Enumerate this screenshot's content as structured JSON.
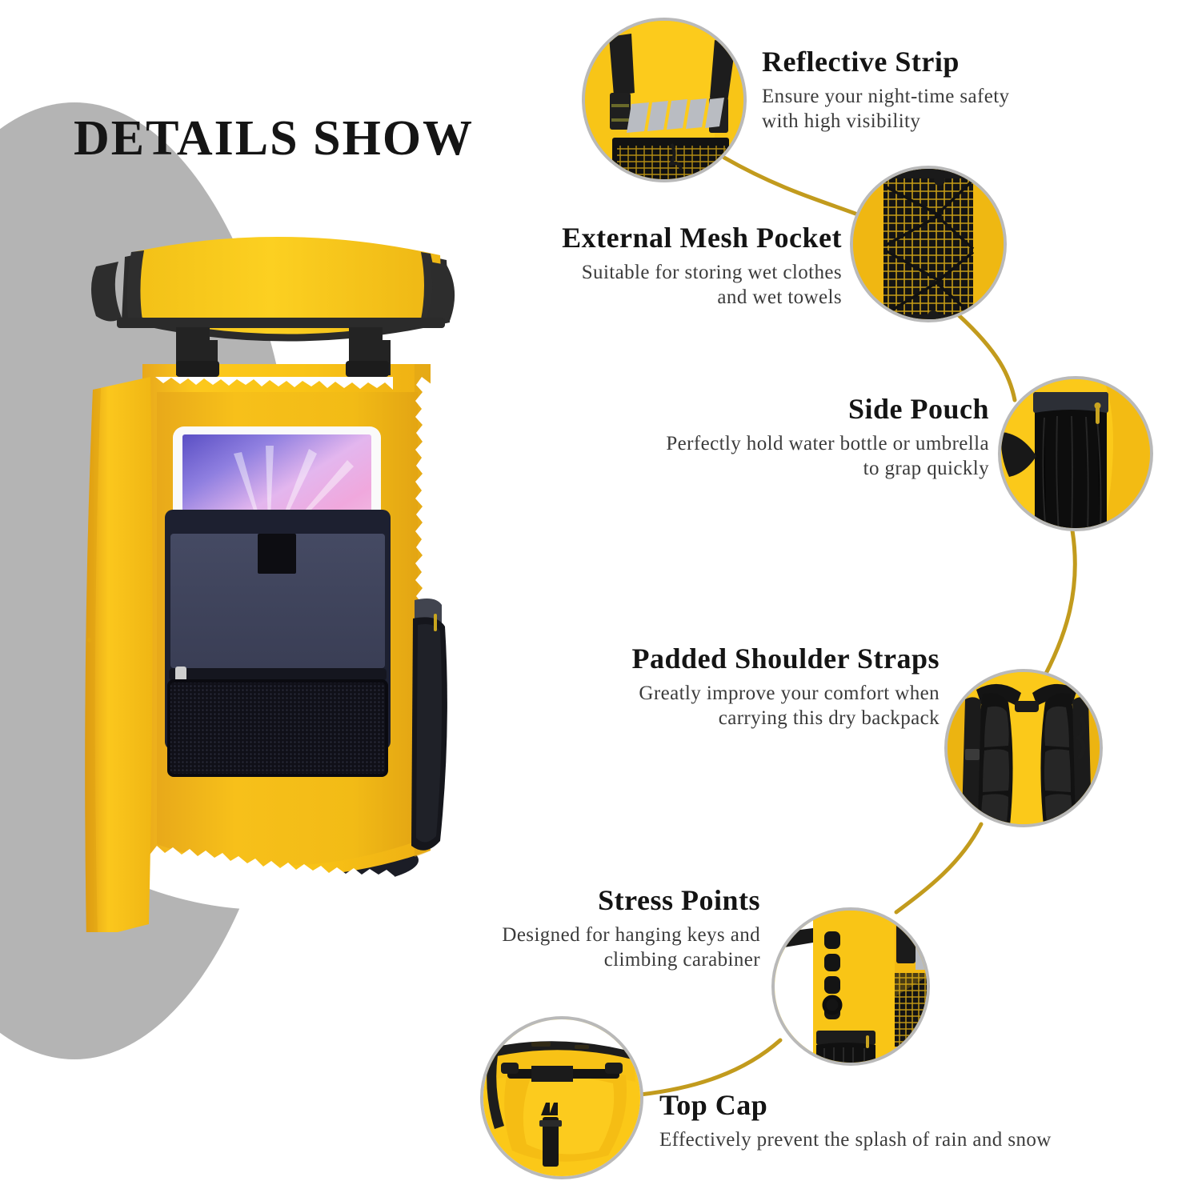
{
  "page": {
    "title": "DETAILS SHOW",
    "accent_line_color": "#c29b1d",
    "ring_color": "#b9b9b9",
    "bag_color": "#ffd400",
    "background_blob_color": "#b4b4b4",
    "trim_color": "#2b2b2b"
  },
  "hero": {
    "name": "cutaway-backpack-photo",
    "alt": "Yellow dry backpack cutaway showing interior tablet sleeve",
    "tablet_screen": "purple-burst-wallpaper",
    "sleeve_color": "#3a3f55",
    "base_color": "#23252f"
  },
  "features": [
    {
      "id": "reflective-strip",
      "title": "Reflective Strip",
      "subtitle": "Ensure your night-time safety\nwith high visibility",
      "align": "left",
      "thumb": "reflective-strip-thumb"
    },
    {
      "id": "external-mesh-pocket",
      "title": "External Mesh Pocket",
      "subtitle": "Suitable for storing wet clothes\nand wet towels",
      "align": "right",
      "thumb": "mesh-pocket-thumb"
    },
    {
      "id": "side-pouch",
      "title": "Side Pouch",
      "subtitle": "Perfectly hold water bottle or umbrella\nto grap quickly",
      "align": "right",
      "thumb": "side-pouch-thumb"
    },
    {
      "id": "padded-shoulder-straps",
      "title": "Padded Shoulder Straps",
      "subtitle": "Greatly improve your comfort when\ncarrying this dry backpack",
      "align": "right",
      "thumb": "shoulder-straps-thumb"
    },
    {
      "id": "stress-points",
      "title": "Stress Points",
      "subtitle": "Designed for hanging keys and\nclimbing carabiner",
      "align": "right",
      "thumb": "stress-points-thumb"
    },
    {
      "id": "top-cap",
      "title": "Top Cap",
      "subtitle": "Effectively prevent the splash of rain and snow",
      "align": "left",
      "thumb": "top-cap-thumb"
    }
  ]
}
